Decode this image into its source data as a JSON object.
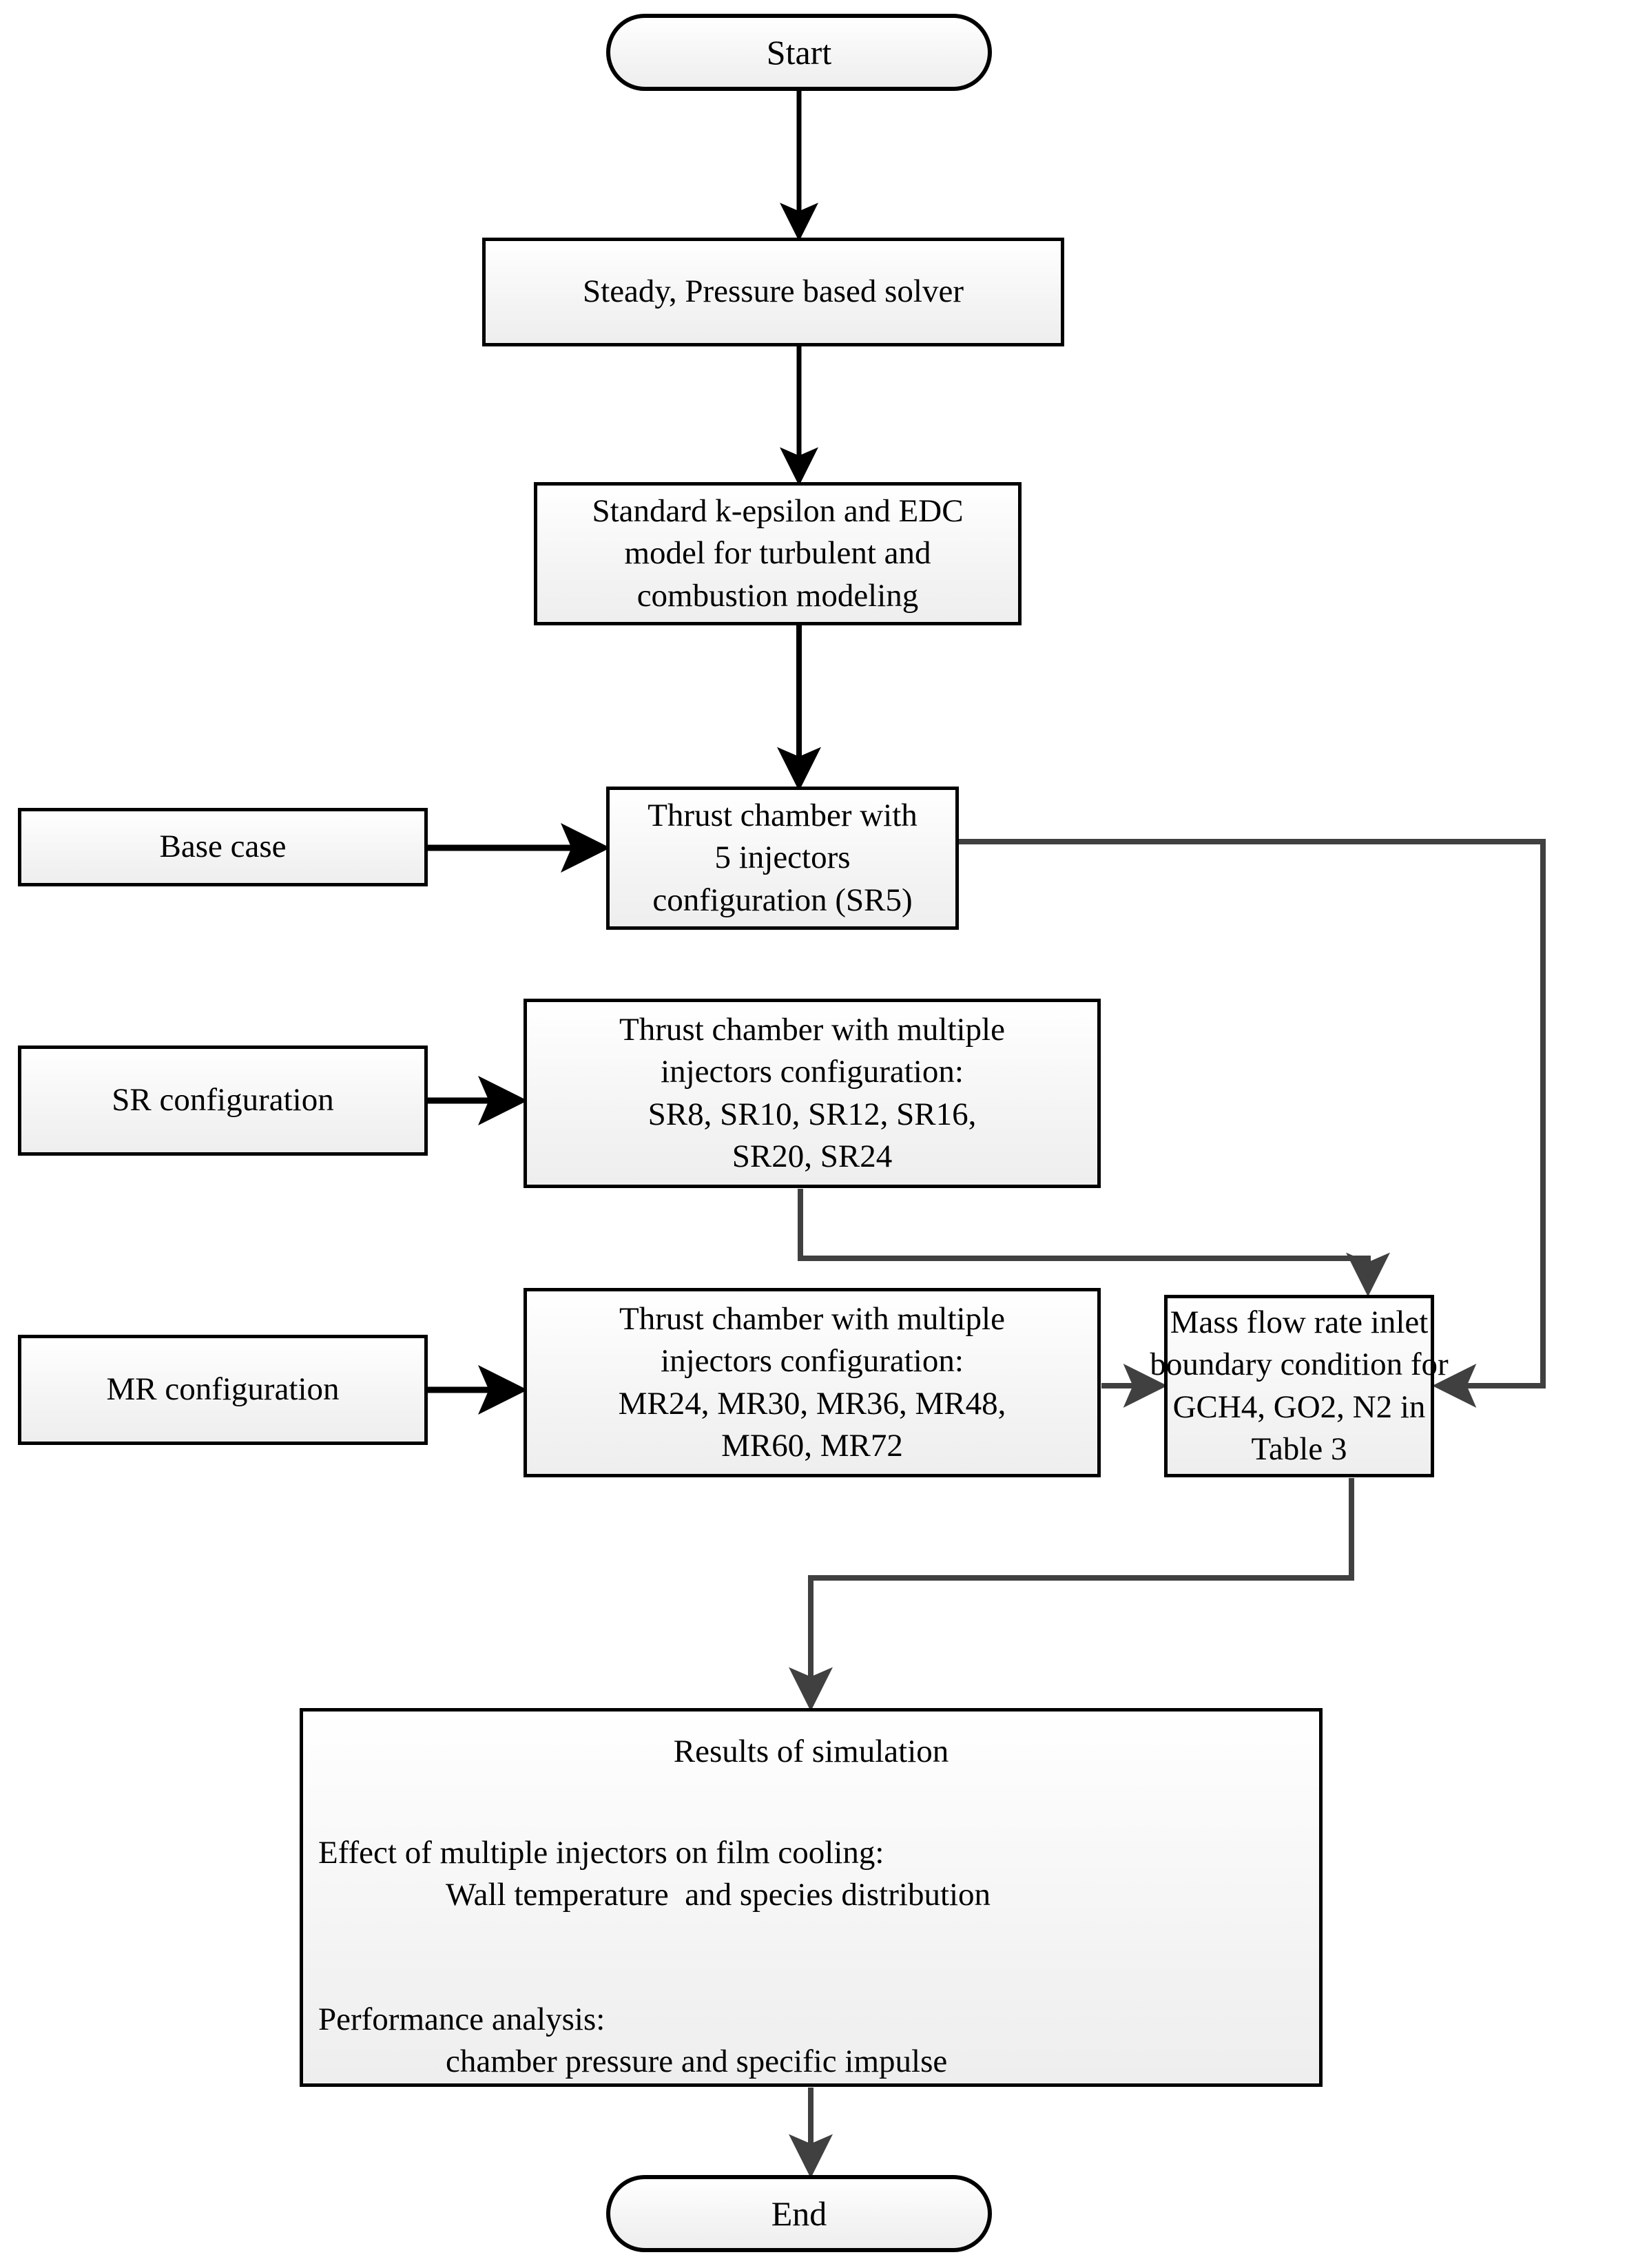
{
  "diagram": {
    "title_present": false,
    "colors": {
      "node_border": "#000000",
      "node_fill_top": "#ffffff",
      "node_fill_bottom": "#eeeeee",
      "edge_dark": "#000000",
      "edge_gray": "#404040",
      "text": "#000000"
    }
  },
  "nodes": {
    "start": {
      "label": "Start",
      "shape": "terminator"
    },
    "solver": {
      "label": "Steady, Pressure based solver",
      "shape": "process"
    },
    "models": {
      "shape": "process",
      "lines": [
        "Standard k-epsilon and EDC",
        "model for turbulent and",
        "combustion modeling"
      ]
    },
    "base_case": {
      "label": "Base case",
      "shape": "process"
    },
    "sr5": {
      "shape": "process",
      "lines": [
        "Thrust chamber with",
        "5 injectors",
        "configuration (SR5)"
      ]
    },
    "sr_config": {
      "label": "SR configuration",
      "shape": "process"
    },
    "sr_multi": {
      "shape": "process",
      "lines": [
        "Thrust chamber with multiple",
        "injectors configuration:",
        "SR8, SR10, SR12, SR16,",
        "SR20, SR24"
      ]
    },
    "mr_config": {
      "label": "MR configuration",
      "shape": "process"
    },
    "mr_multi": {
      "shape": "process",
      "lines": [
        "Thrust chamber with multiple",
        "injectors configuration:",
        "MR24, MR30, MR36, MR48,",
        "MR60, MR72"
      ]
    },
    "massflow": {
      "shape": "process",
      "lines": [
        "Mass flow rate inlet",
        "boundary condition for",
        "GCH4, GO2, N2 in",
        "Table 3"
      ]
    },
    "results": {
      "shape": "process",
      "title": "Results of simulation",
      "section1_heading": "Effect of multiple injectors on film cooling:",
      "section1_detail": "Wall temperature  and species distribution",
      "section2_heading": "Performance analysis:",
      "section2_detail": "chamber pressure and specific impulse"
    },
    "end": {
      "label": "End",
      "shape": "terminator"
    }
  },
  "edges": [
    {
      "id": "start-to-solver",
      "from": "start",
      "to": "solver",
      "style": "straight-down",
      "arrow": true
    },
    {
      "id": "solver-to-models",
      "from": "solver",
      "to": "models",
      "style": "straight-down",
      "arrow": true
    },
    {
      "id": "models-to-sr5",
      "from": "models",
      "to": "sr5",
      "style": "straight-down",
      "arrow": true
    },
    {
      "id": "base-case-to-sr5",
      "from": "base_case",
      "to": "sr5",
      "style": "straight-right",
      "arrow": true
    },
    {
      "id": "sr-config-to-sr-multi",
      "from": "sr_config",
      "to": "sr_multi",
      "style": "straight-right",
      "arrow": true
    },
    {
      "id": "mr-config-to-mr-multi",
      "from": "mr_config",
      "to": "mr_multi",
      "style": "straight-right",
      "arrow": true
    },
    {
      "id": "sr5-to-massflow",
      "from": "sr5",
      "to": "massflow",
      "style": "right-down-left",
      "arrow": true
    },
    {
      "id": "sr-multi-to-massflow",
      "from": "sr_multi",
      "to": "massflow",
      "style": "down-right-down",
      "arrow": true
    },
    {
      "id": "mr-multi-to-massflow",
      "from": "mr_multi",
      "to": "massflow",
      "style": "straight-right",
      "arrow": true
    },
    {
      "id": "massflow-to-results",
      "from": "massflow",
      "to": "results",
      "style": "down-left-down",
      "arrow": true
    },
    {
      "id": "results-to-end",
      "from": "results",
      "to": "end",
      "style": "straight-down",
      "arrow": true
    }
  ]
}
